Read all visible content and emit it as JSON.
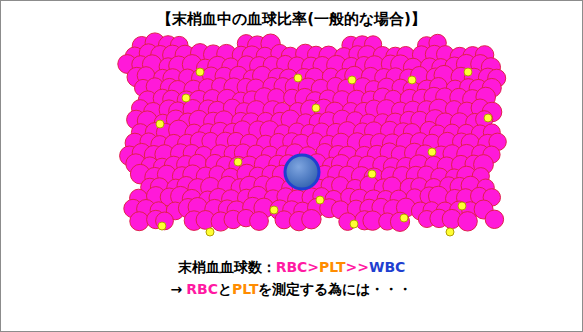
{
  "diagram": {
    "title": "【末梢血中の血球比率(一般的な場合)】",
    "labels": [
      "末梢血血球数：",
      "RBC",
      ">",
      "PLT",
      ">>",
      "WBC",
      "→",
      "RBC",
      "と",
      "PLT",
      "を測定する為には・・・"
    ]
  }
}
